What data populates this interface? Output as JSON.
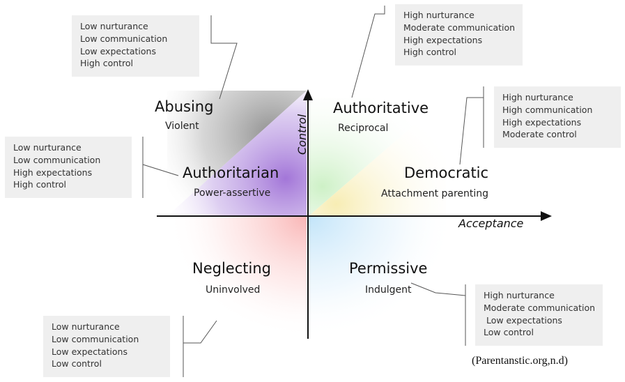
{
  "axes": {
    "vertical_label": "Control",
    "horizontal_label": "Acceptance"
  },
  "styles": {
    "abusing": {
      "name": "Abusing",
      "subtitle": "Violent"
    },
    "authoritarian": {
      "name": "Authoritarian",
      "subtitle": "Power-assertive"
    },
    "authoritative": {
      "name": "Authoritative",
      "subtitle": "Reciprocal"
    },
    "democratic": {
      "name": "Democratic",
      "subtitle": "Attachment parenting"
    },
    "neglecting": {
      "name": "Neglecting",
      "subtitle": "Uninvolved"
    },
    "permissive": {
      "name": "Permissive",
      "subtitle": "Indulgent"
    }
  },
  "trait_boxes": {
    "abusing": [
      "Low nurturance",
      "Low communication",
      "Low expectations",
      "High control"
    ],
    "authoritarian": [
      "Low nurturance",
      "Low communication",
      "High expectations",
      "High control"
    ],
    "authoritative": [
      "High nurturance",
      "Moderate communication",
      "High expectations",
      "High control"
    ],
    "democratic": [
      "High nurturance",
      "High communication",
      "High expectations",
      "Moderate control"
    ],
    "neglecting": [
      "Low nurturance",
      "Low communication",
      "Low expectations",
      "Low control"
    ],
    "permissive": [
      "High nurturance",
      "Moderate communication",
      " Low expectations",
      "Low control"
    ]
  },
  "colors": {
    "abusing": "#8a8a8a",
    "authoritarian": "#9e6fd6",
    "authoritative": "#c8efc0",
    "democratic": "#f7ecb0",
    "neglecting": "#f9b2b2",
    "permissive": "#bfe3f9",
    "trait_box_bg": "#efefef",
    "axis": "#111111",
    "connector": "#555555"
  },
  "citation": "(Parentanstic.org,n.d)"
}
